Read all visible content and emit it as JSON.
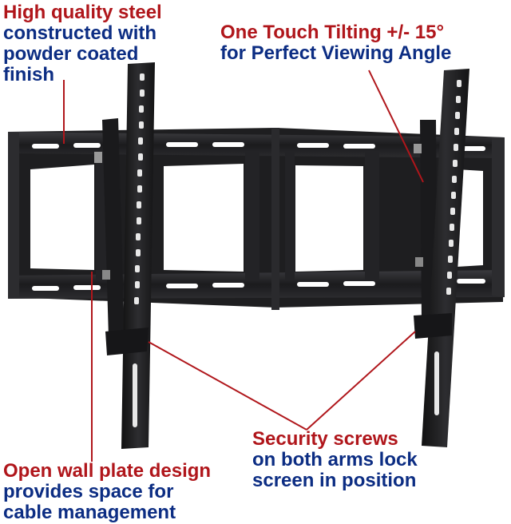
{
  "callouts": {
    "steel": {
      "line1": "High quality steel",
      "line2": "constructed with",
      "line3": "powder coated",
      "line4": "finish"
    },
    "tilt": {
      "line1": "One Touch Tilting +/- 15°",
      "line2": "for Perfect Viewing Angle"
    },
    "screws": {
      "line1": "Security screws",
      "line2": "on both arms lock",
      "line3": "screen in position"
    },
    "wallplate": {
      "line1": "Open wall plate design",
      "line2": "provides space for",
      "line3": "cable management"
    }
  },
  "colors": {
    "accent_red": "#b0161b",
    "accent_blue": "#0c2d83",
    "steel_black": "#1c1c1e"
  }
}
